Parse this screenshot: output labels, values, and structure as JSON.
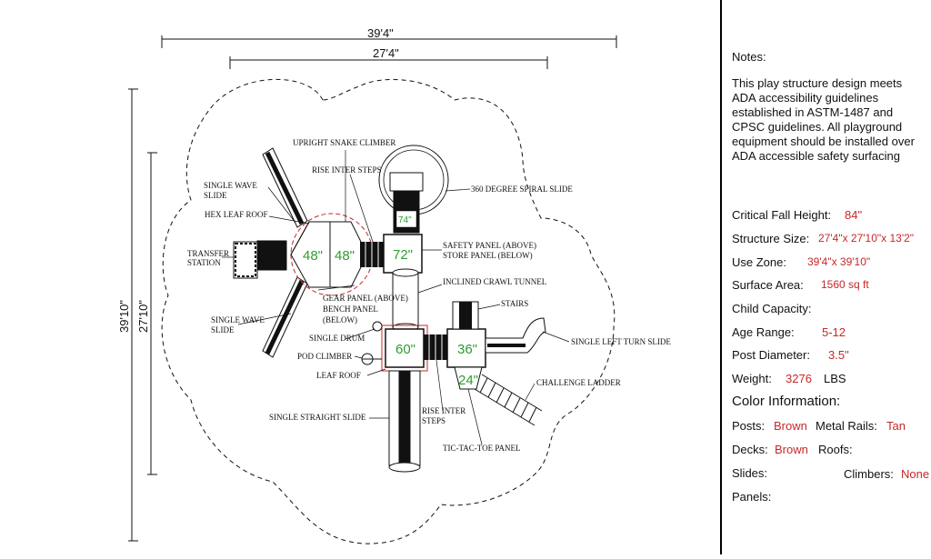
{
  "dimensions": {
    "top_outer": "39'4\"",
    "top_inner": "27'4\"",
    "left_outer": "39'10\"",
    "left_inner": "27'10\""
  },
  "labels": {
    "upright_snake_climber": "UPRIGHT SNAKE CLIMBER",
    "rise_inter_steps_top": "RISE INTER STEPS",
    "spiral_slide": "360 DEGREE SPIRAL SLIDE",
    "single_wave_slide_top": [
      "SINGLE WAVE",
      "SLIDE"
    ],
    "hex_leaf_roof": "HEX LEAF ROOF",
    "transfer_station": [
      "TRANSFER",
      "STATION"
    ],
    "safety_panel": [
      "SAFETY PANEL (ABOVE)",
      "STORE PANEL (BELOW)"
    ],
    "gear_panel": [
      "GEAR PANEL (ABOVE)",
      "BENCH PANEL",
      "(BELOW)"
    ],
    "inclined_crawl_tunnel": "INCLINED CRAWL TUNNEL",
    "stairs": "STAIRS",
    "single_wave_slide_bottom": [
      "SINGLE WAVE",
      "SLIDE"
    ],
    "single_drum": "SINGLE DRUM",
    "pod_climber": "POD CLIMBER",
    "leaf_roof": "LEAF  ROOF",
    "single_left_turn_slide": "SINGLE LEFT TURN SLIDE",
    "challenge_ladder": "CHALLENGE LADDER",
    "single_straight_slide": "SINGLE STRAIGHT SLIDE",
    "rise_inter_steps_bottom": [
      "RISE INTER",
      "STEPS"
    ],
    "tic_tac_toe_panel": "TIC-TAC-TOE PANEL"
  },
  "deck_heights": {
    "hex_left": "48\"",
    "hex_right": "48\"",
    "top_center": "72\"",
    "spiral_top": "74\"",
    "bottom_left": "60\"",
    "bottom_right": "36\"",
    "bottom_step": "24\""
  },
  "notes": {
    "heading": "Notes:",
    "paragraph": "This play structure design meets ADA accessibility guidelines established in ASTM-1487 and CPSC guidelines. All playground equipment should be installed over ADA accessible safety surfacing",
    "critical_fall_height_label": "Critical Fall Height:",
    "critical_fall_height_value": "84\"",
    "structure_size_label": "Structure Size:",
    "structure_size_value": "27'4\"x 27'10\"x 13'2\"",
    "use_zone_label": "Use Zone:",
    "use_zone_value": "39'4\"x 39'10\"",
    "surface_area_label": "Surface Area:",
    "surface_area_value": "1560 sq ft",
    "child_capacity_label": "Child Capacity:",
    "age_range_label": "Age Range:",
    "age_range_value": "5-12",
    "post_diameter_label": "Post Diameter:",
    "post_diameter_value": "3.5\"",
    "weight_label": "Weight:",
    "weight_value": "3276",
    "weight_unit": "LBS",
    "color_heading": "Color Information:",
    "posts_label": "Posts:",
    "posts_value": "Brown",
    "metal_rails_label": "Metal Rails:",
    "metal_rails_value": "Tan",
    "decks_label": "Decks:",
    "decks_value": "Brown",
    "roofs_label": "Roofs:",
    "slides_label": "Slides:",
    "climbers_label": "Climbers:",
    "climbers_value": "None",
    "panels_label": "Panels:"
  },
  "colors": {
    "value_red": "#c62828",
    "height_green": "#2e9d2e",
    "line": "#111111"
  }
}
